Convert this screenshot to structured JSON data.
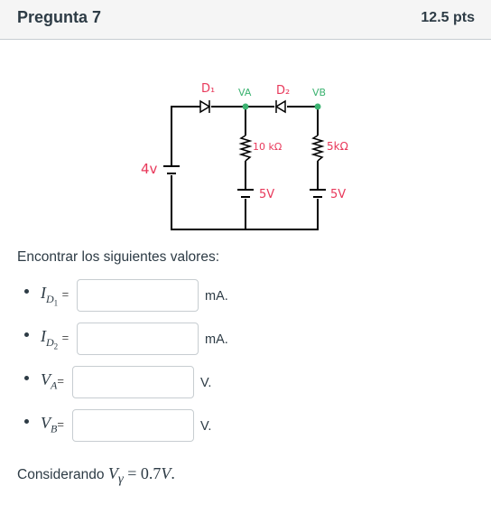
{
  "question": {
    "title": "Pregunta 7",
    "points": "12.5 pts"
  },
  "circuit": {
    "labels": {
      "d1": "D₁",
      "va": "VA",
      "d2": "D₂",
      "vb": "VB",
      "source_left": "4v",
      "r1": "10 kΩ",
      "r2": "5kΩ",
      "source_mid": "5V",
      "source_right": "5V"
    },
    "colors": {
      "wire": "#000000",
      "label": "#e8385a",
      "node": "#3cb371"
    }
  },
  "prompt": "Encontrar los siguientes valores:",
  "items": [
    {
      "var": "I",
      "sub": "D",
      "subsub": "1",
      "eq": "=",
      "value": "",
      "unit": "mA."
    },
    {
      "var": "I",
      "sub": "D",
      "subsub": "2",
      "eq": "=",
      "value": "",
      "unit": "mA."
    },
    {
      "var": "V",
      "sub": "A",
      "subsub": "",
      "eq": "=",
      "value": "",
      "unit": "V."
    },
    {
      "var": "V",
      "sub": "B",
      "subsub": "",
      "eq": "=",
      "value": "",
      "unit": "V."
    }
  ],
  "footer": {
    "text": "Considerando",
    "var": "V",
    "sub": "γ",
    "equals": "=",
    "value": "0.7",
    "value_unit": "V",
    "end": "."
  }
}
